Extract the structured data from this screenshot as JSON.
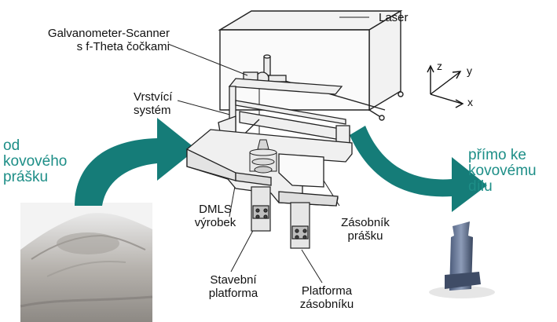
{
  "labels": {
    "laser": "Laser",
    "galvo_line1": "Galvanometer-Scanner",
    "galvo_line2": "s f-Theta čočkami",
    "recoat_line1": "Vrstvící",
    "recoat_line2": "systém",
    "dmls_line1": "DMLS",
    "dmls_line2": "výrobek",
    "hopper_line1": "Zásobník",
    "hopper_line2": "prášku",
    "build_line1": "Stavební",
    "build_line2": "platforma",
    "hopper_platform_line1": "Platforma",
    "hopper_platform_line2": "zásobníku"
  },
  "flow": {
    "from_line1": "od",
    "from_line2": "kovového",
    "from_line3": "prášku",
    "to_line1": "přímo ke",
    "to_line2": "kovovému",
    "to_line3": "dílu"
  },
  "axes": {
    "z": "z",
    "y": "y",
    "x": "x"
  },
  "colors": {
    "teal": "#1d8e87",
    "arrow": "#157c78",
    "line": "#222222",
    "fill": "#efefef"
  }
}
